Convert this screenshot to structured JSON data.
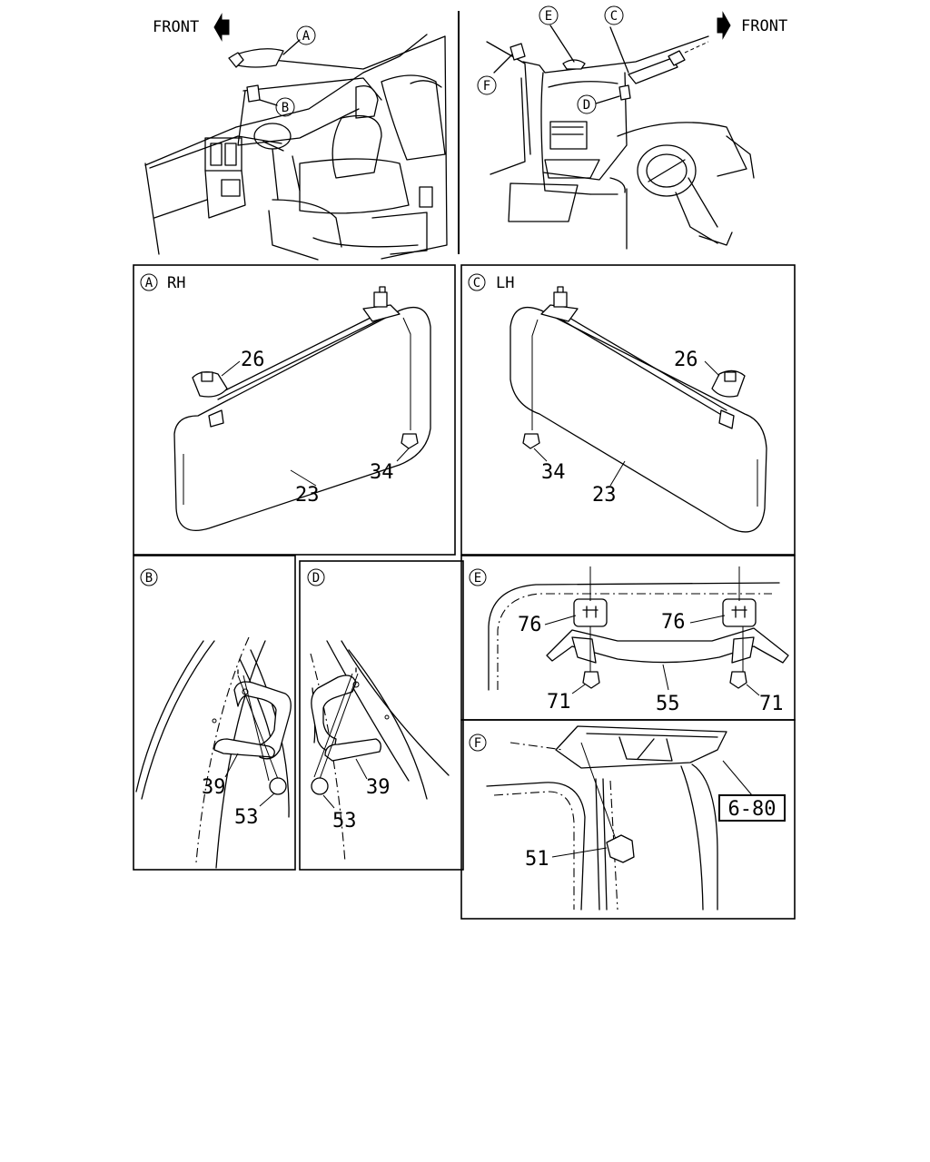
{
  "overview": {
    "front_left": "FRONT",
    "front_right": "FRONT",
    "callouts": [
      "A",
      "B",
      "C",
      "D",
      "E",
      "F"
    ]
  },
  "panel_a": {
    "letter": "A",
    "side": "RH",
    "parts": [
      "26",
      "34",
      "23"
    ]
  },
  "panel_c": {
    "letter": "C",
    "side": "LH",
    "parts": [
      "26",
      "34",
      "23"
    ]
  },
  "panel_b": {
    "letter": "B",
    "parts": [
      "39",
      "53"
    ]
  },
  "panel_d": {
    "letter": "D",
    "parts": [
      "39",
      "53"
    ]
  },
  "panel_e": {
    "letter": "E",
    "parts": [
      "76",
      "76",
      "71",
      "55",
      "71"
    ]
  },
  "panel_f": {
    "letter": "F",
    "parts": [
      "51"
    ],
    "ref_box": "6-80"
  }
}
